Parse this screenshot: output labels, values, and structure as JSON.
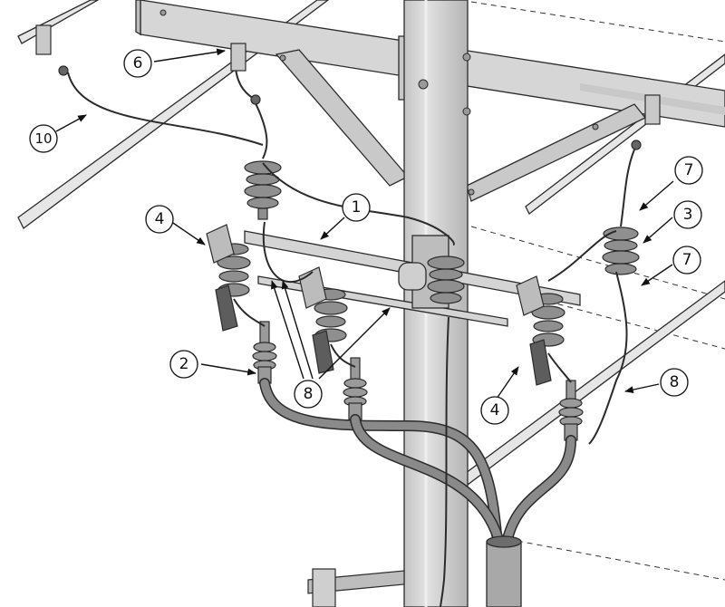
{
  "figure": {
    "subject": "utility pole riser installation",
    "colors": {
      "background": "#ffffff",
      "pole": "#cfcfcf",
      "crossarm": "#d3d3d3",
      "steel": "#b9b9b9",
      "outline": "#2b2b2b",
      "cable": "#7a7a7a",
      "insulator": "#8f8f8f"
    }
  },
  "callouts": [
    {
      "id": "c1",
      "label": "1"
    },
    {
      "id": "c2",
      "label": "2"
    },
    {
      "id": "c3",
      "label": "3"
    },
    {
      "id": "c4a",
      "label": "4"
    },
    {
      "id": "c4b",
      "label": "4"
    },
    {
      "id": "c6",
      "label": "6"
    },
    {
      "id": "c7a",
      "label": "7"
    },
    {
      "id": "c7b",
      "label": "7"
    },
    {
      "id": "c8a",
      "label": "8"
    },
    {
      "id": "c8b",
      "label": "8"
    },
    {
      "id": "c10",
      "label": "10"
    }
  ]
}
